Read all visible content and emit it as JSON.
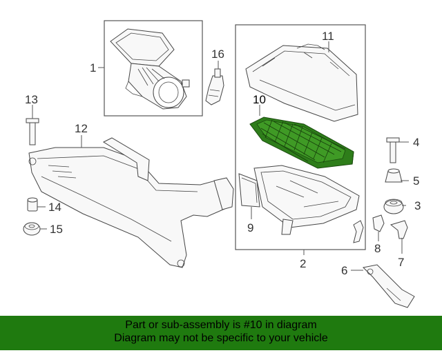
{
  "callouts": {
    "c1": "1",
    "c2": "2",
    "c3": "3",
    "c4": "4",
    "c5": "5",
    "c6": "6",
    "c7": "7",
    "c8": "8",
    "c9": "9",
    "c10": "10",
    "c11": "11",
    "c12": "12",
    "c13": "13",
    "c14": "14",
    "c15": "15",
    "c16": "16"
  },
  "highlight": {
    "part": "10",
    "color": "#2e7d1a"
  },
  "banner": {
    "line1": "Part or sub-assembly is #10 in diagram",
    "line2": "Diagram may not be specific to your vehicle",
    "background": "#1f7a0f"
  }
}
